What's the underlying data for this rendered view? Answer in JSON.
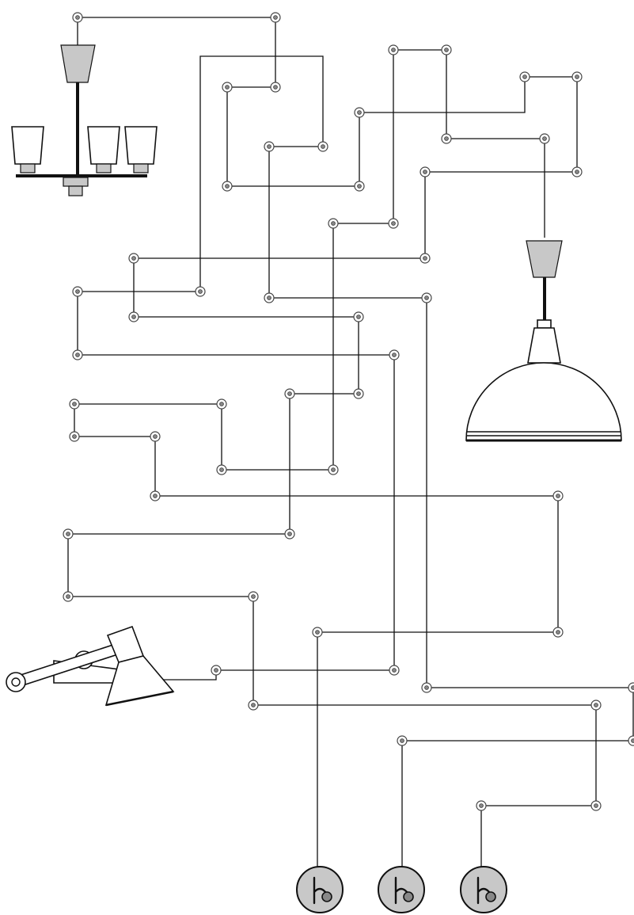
{
  "puzzle": {
    "lamps": [
      {
        "kind": "chandelier",
        "icon": "chandelier-icon"
      },
      {
        "kind": "pendant-lamp",
        "icon": "pendant-lamp-icon"
      },
      {
        "kind": "desk-lamp",
        "icon": "desk-lamp-icon"
      }
    ],
    "switches": [
      {
        "index": 1,
        "icon": "switch-icon"
      },
      {
        "index": 2,
        "icon": "switch-icon"
      },
      {
        "index": 3,
        "icon": "switch-icon"
      }
    ],
    "wire_color": "#111111",
    "shade_color": "#c8c8c8",
    "node_color": "#888888"
  }
}
